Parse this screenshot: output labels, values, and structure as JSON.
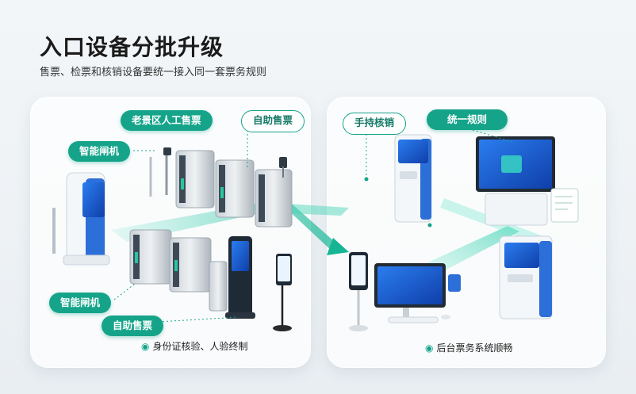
{
  "header": {
    "title": "入口设备分批升级",
    "subtitle": "售票、检票和核销设备要统一接入同一套票务规则"
  },
  "left_panel": {
    "label_old_area": "老景区人工售票",
    "label_self_sale_top": "自助售票",
    "label_gate_top": "智能闸机",
    "label_gate_bottom": "智能闸机",
    "label_self_sale_bottom": "自助售票",
    "footer_note": "身份证核验、人验终制"
  },
  "right_panel": {
    "label_handheld": "手持核销",
    "label_unified_rule": "统一规则",
    "footer_note": "后台票务系统顺畅"
  },
  "icons": {
    "pin": "location-pin-icon"
  },
  "colors": {
    "accent": "#15a48a",
    "blue": "#1f6fe0"
  }
}
